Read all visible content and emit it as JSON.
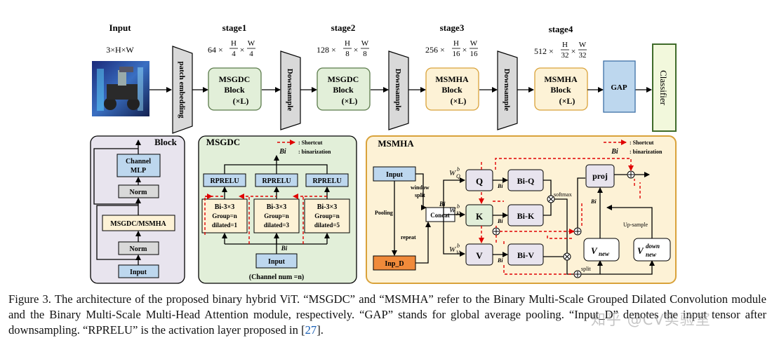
{
  "top": {
    "input": {
      "title": "Input",
      "dims": "3×H×W"
    },
    "patch_embedding": "patch embedding",
    "downsample": "Downsample",
    "gap": "GAP",
    "classifier": "Classifier",
    "stages": [
      {
        "title": "stage1",
        "ch": "64 ×",
        "hnum": "H",
        "hden": "4",
        "wnum": "W",
        "wden": "4",
        "block_l1": "MSGDC",
        "block_l2": "Block",
        "block_l3": "(×L)"
      },
      {
        "title": "stage2",
        "ch": "128 ×",
        "hnum": "H",
        "hden": "8",
        "wnum": "W",
        "wden": "8",
        "block_l1": "MSGDC",
        "block_l2": "Block",
        "block_l3": "(×L)"
      },
      {
        "title": "stage3",
        "ch": "256 ×",
        "hnum": "H",
        "hden": "16",
        "wnum": "W",
        "wden": "16",
        "block_l1": "MSMHA",
        "block_l2": "Block",
        "block_l3": "(×L)"
      },
      {
        "title": "stage4",
        "ch": "512 ×",
        "hnum": "H",
        "hden": "32",
        "wnum": "W",
        "wden": "32",
        "block_l1": "MSMHA",
        "block_l2": "Block",
        "block_l3": "(×L)"
      }
    ]
  },
  "block_panel": {
    "title": "Block",
    "channel_mlp_l1": "Channel",
    "channel_mlp_l2": "MLP",
    "norm_top": "Norm",
    "msgdc_msmha": "MSGDC/MSMHA",
    "norm_bottom": "Norm",
    "input": "Input"
  },
  "msgdc_panel": {
    "title": "MSGDC",
    "legend_shortcut_label": ": Shortcut",
    "legend_bi": "Bi",
    "legend_bin_label": ": binarization",
    "rprelu": "RPRELU",
    "bi": "Bi",
    "input": "Input",
    "channel_note": "(Channel num =n)",
    "convs": [
      {
        "l1": "Bi-3×3",
        "l2": "Group=n",
        "l3": "dilated=1"
      },
      {
        "l1": "Bi-3×3",
        "l2": "Group=n",
        "l3": "dilated=3"
      },
      {
        "l1": "Bi-3×3",
        "l2": "Group=n",
        "l3": "dilated=5"
      }
    ]
  },
  "msmha_panel": {
    "title": "MSMHA",
    "legend_shortcut_label": ": Shortcut",
    "legend_bi": "Bi",
    "legend_bin_label": ": binarization",
    "input": "Input",
    "window_split_l1": "window",
    "window_split_l2": "split",
    "pooling": "Pooling",
    "repeat": "repeat",
    "concat": "Concat",
    "bi": "Bi",
    "inp_d": "Inp_D",
    "w": "W",
    "w_sup": "b",
    "w_sub_q": "Q",
    "w_sub_k": "K",
    "w_sub_v": "V",
    "q": "Q",
    "k": "K",
    "v": "V",
    "bi_q": "Bi-Q",
    "bi_k": "Bi-K",
    "bi_v": "Bi-V",
    "softmax": "softmax",
    "proj": "proj",
    "up_sample": "Up-sample",
    "split": "split",
    "v_new": "V",
    "v_new_sub": "new",
    "v_down": "V",
    "v_down_sup": "down",
    "v_down_sub": "new"
  },
  "caption": {
    "p1": "Figure 3. The architecture of the proposed binary hybrid ViT. “MSGDC” and “MSMHA” refer to the Binary Multi-Scale Grouped Dilated Convolution module and the Binary Multi-Scale Multi-Head Attention module, respectively. “GAP” stands for global average pooling. “Input_D” denotes the input tensor after downsampling. “RPRELU” is the activation layer proposed in [",
    "ref": "27",
    "p2": "]."
  },
  "watermark": "知乎 @CV实验室",
  "colors": {
    "green_fill": "#e2efd9",
    "green_stroke": "#5a7a4a",
    "orange_fill": "#fdf2d6",
    "orange_stroke": "#d9a23a",
    "blue_fill": "#bdd7ee",
    "blue_stroke": "#3d6fa6",
    "gray_fill": "#d9d9d9",
    "lavender_fill": "#e8e4ee",
    "panel_green": "#e2efd9",
    "panel_orange": "#fdf2d6",
    "classifier_fill": "#f2f8dc",
    "classifier_stroke": "#3f6b2a",
    "shortcut_red": "#e00000",
    "inp_d_fill": "#f08a3a"
  }
}
